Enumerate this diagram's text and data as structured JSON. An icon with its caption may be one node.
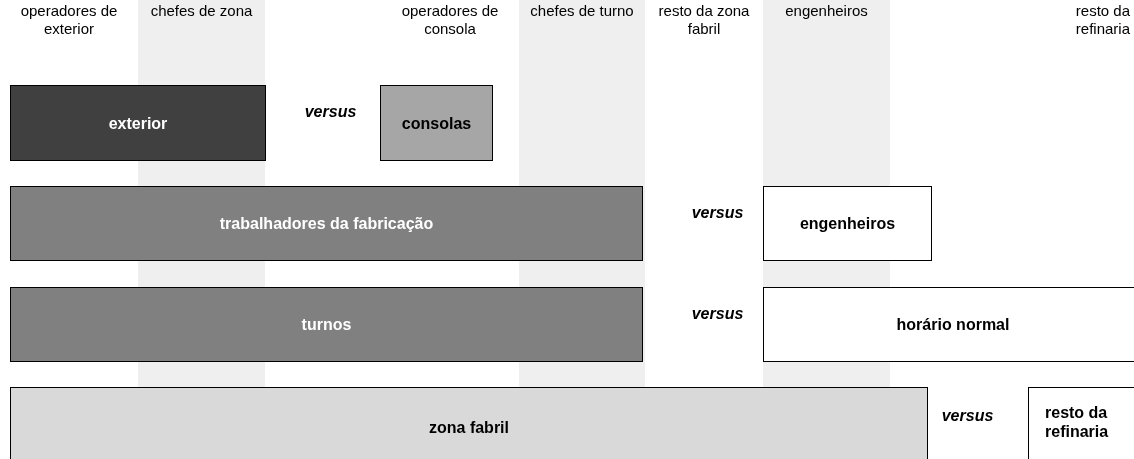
{
  "diagram": {
    "nodes": [
      {
        "text": [
          "exterior"
        ]
      },
      {
        "text": [
          "consolas"
        ]
      },
      {
        "text": [
          "trabalhadores da fabricação"
        ]
      },
      {
        "text": [
          "engenheiros"
        ]
      },
      {
        "text": [
          "turnos"
        ]
      },
      {
        "text": [
          "horário normal"
        ]
      },
      {
        "text": [
          "zona fabril"
        ]
      },
      {
        "text": [
          "resto da refinaria"
        ]
      }
    ],
    "labels": [
      "operadores de exterior",
      "chefes de zona",
      "operadores de consola",
      "chefes de turno",
      "resto da zona fabril",
      "engenheiros",
      "resto da refinaria",
      "versus",
      "versus",
      "versus",
      "versus"
    ]
  }
}
